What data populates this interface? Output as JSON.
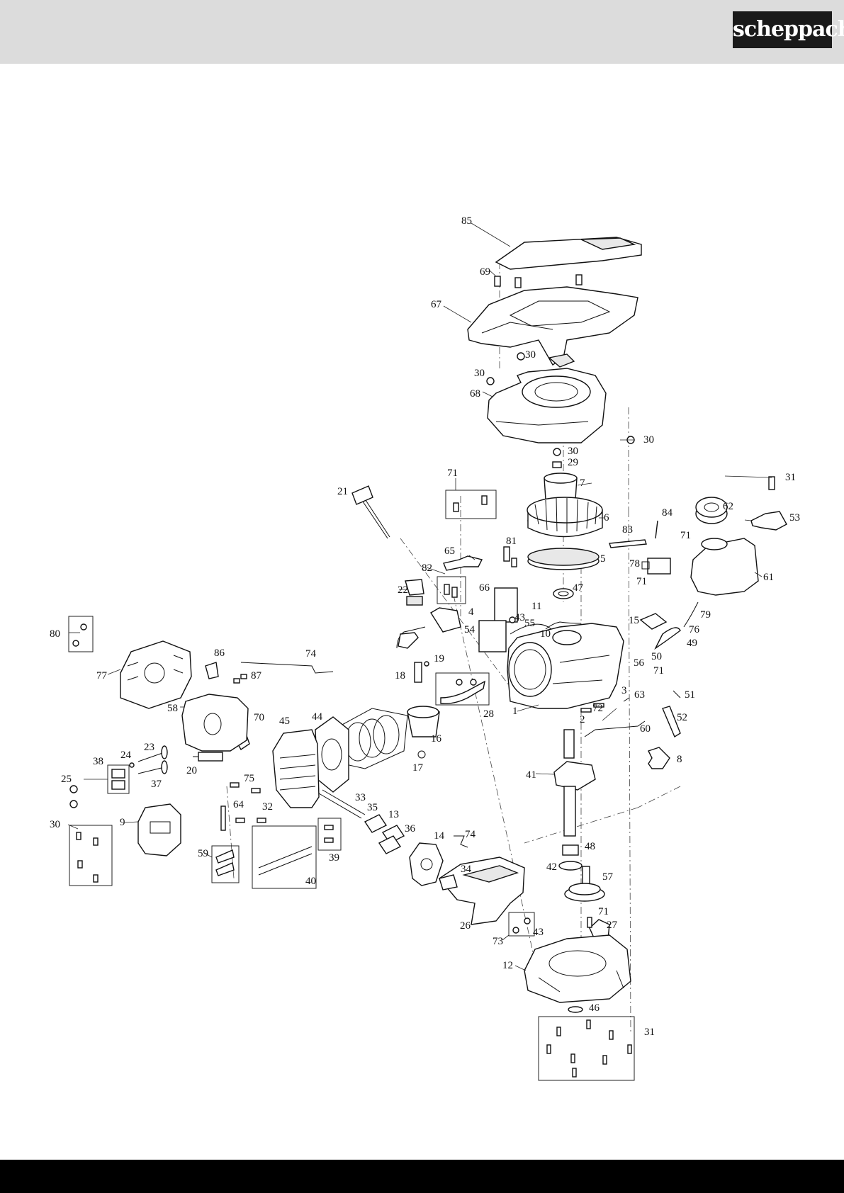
{
  "header": {
    "brand": "scheppach"
  },
  "callouts": [
    "85",
    "69",
    "67",
    "30",
    "30",
    "68",
    "30",
    "30",
    "29",
    "7",
    "6",
    "5",
    "47",
    "71",
    "21",
    "65",
    "81",
    "82",
    "22",
    "66",
    "4",
    "43",
    "11",
    "10",
    "55",
    "54",
    "83",
    "84",
    "71",
    "78",
    "62",
    "31",
    "53",
    "61",
    "71",
    "15",
    "79",
    "76",
    "49",
    "50",
    "56",
    "71",
    "51",
    "52",
    "63",
    "72",
    "2",
    "3",
    "60",
    "8",
    "1",
    "28",
    "19",
    "18",
    "16",
    "17",
    "80",
    "77",
    "86",
    "87",
    "74",
    "58",
    "70",
    "45",
    "44",
    "23",
    "24",
    "38",
    "37",
    "25",
    "20",
    "75",
    "64",
    "32",
    "9",
    "30",
    "33",
    "35",
    "13",
    "36",
    "14",
    "74",
    "39",
    "40",
    "59",
    "34",
    "26",
    "73",
    "43",
    "12",
    "41",
    "48",
    "42",
    "57",
    "71",
    "27",
    "46",
    "31"
  ]
}
